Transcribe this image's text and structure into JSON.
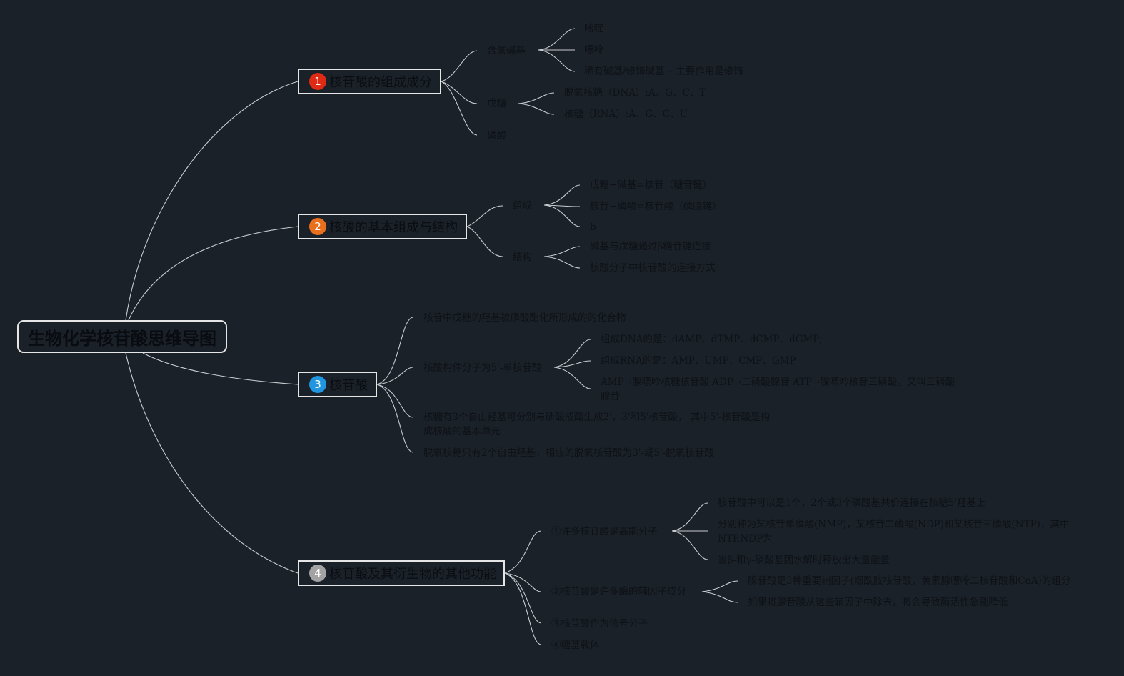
{
  "title": "生物化学核苷酸思维导图",
  "colors": {
    "background": "#1b2129",
    "line": "#c8ccd0",
    "badge1": "#e02a14",
    "badge2": "#ea6f1d",
    "badge3": "#2196e0",
    "badge4": "#a3a3a3"
  },
  "branches": [
    {
      "num": "1",
      "label": "核苷酸的组成成分",
      "children": [
        {
          "label": "含氮碱基",
          "children": [
            "嘧啶",
            "嘌呤",
            "稀有碱基/修饰碱基→ 主要作用是修饰"
          ]
        },
        {
          "label": "戊糖",
          "children": [
            "脱氧核糖（DNA）:A、G、C、T",
            "核糖（RNA）:A、G、C、U"
          ]
        },
        {
          "label": "磷酸"
        }
      ]
    },
    {
      "num": "2",
      "label": "核酸的基本组成与结构",
      "children": [
        {
          "label": "组成",
          "children": [
            "戊糖+碱基=核苷（糖苷键）",
            "核苷+磷酸=核苷酸（磷脂键）",
            "b"
          ]
        },
        {
          "label": "结构",
          "children": [
            "碱基与戊糖通过β糖苷键连接",
            "核酸分子中核苷酸的连接方式"
          ]
        }
      ]
    },
    {
      "num": "3",
      "label": "核苷酸",
      "children": [
        {
          "label": "核苷中戊糖的羟基被磷酸酯化所形成的的化合物"
        },
        {
          "label": "核酸构件分子为5'-单核苷酸",
          "children": [
            "组成DNA的是：dAMP、dTMP、dCMP、dGMP;",
            "组成RNA的是：AMP、UMP、CMP、GMP",
            "AMP→腺嘌呤核糖核苷酸 ADP→二磷酸腺苷 ATP→腺嘌呤核苷三磷酸，又叫三磷酸腺苷"
          ]
        },
        {
          "label": "核糖有3个自由羟基可分别与磷酸成酯生成2'，3'和5'核苷酸， 其中5'-核苷酸是构成核酸的基本单元"
        },
        {
          "label": "脱氧核糖只有2个自由羟基，相应的脱氧核苷酸为3'-或5'-脱氧核苷酸"
        }
      ]
    },
    {
      "num": "4",
      "label": "核苷酸及其衍生物的其他功能",
      "children": [
        {
          "label": "①许多核苷酸是高能分子",
          "children": [
            "核苷酸中可以是1个，2个或3个磷酸基共价连接在核糖5'羟基上",
            "分别称为某核苷单磷酸(NMP)，某核苷二磷酸(NDP)和某核苷三磷酸(NTP)，其中NTP,NDP为",
            "当β-和γ-磷酸基团水解时释放出大量能量"
          ]
        },
        {
          "label": "②核苷酸是许多酶的辅因子成分",
          "children": [
            "腺苷酸是3种重要辅因子(烟酰胺核苷酸，黄素腺嘌呤二核苷酸和CoA)的组分",
            "如果将腺苷酸从这些辅因子中除去，将会导致酶活性急剧降低"
          ]
        },
        {
          "label": "③核苷酸作为信号分子"
        },
        {
          "label": "④糖基载体"
        }
      ]
    }
  ]
}
